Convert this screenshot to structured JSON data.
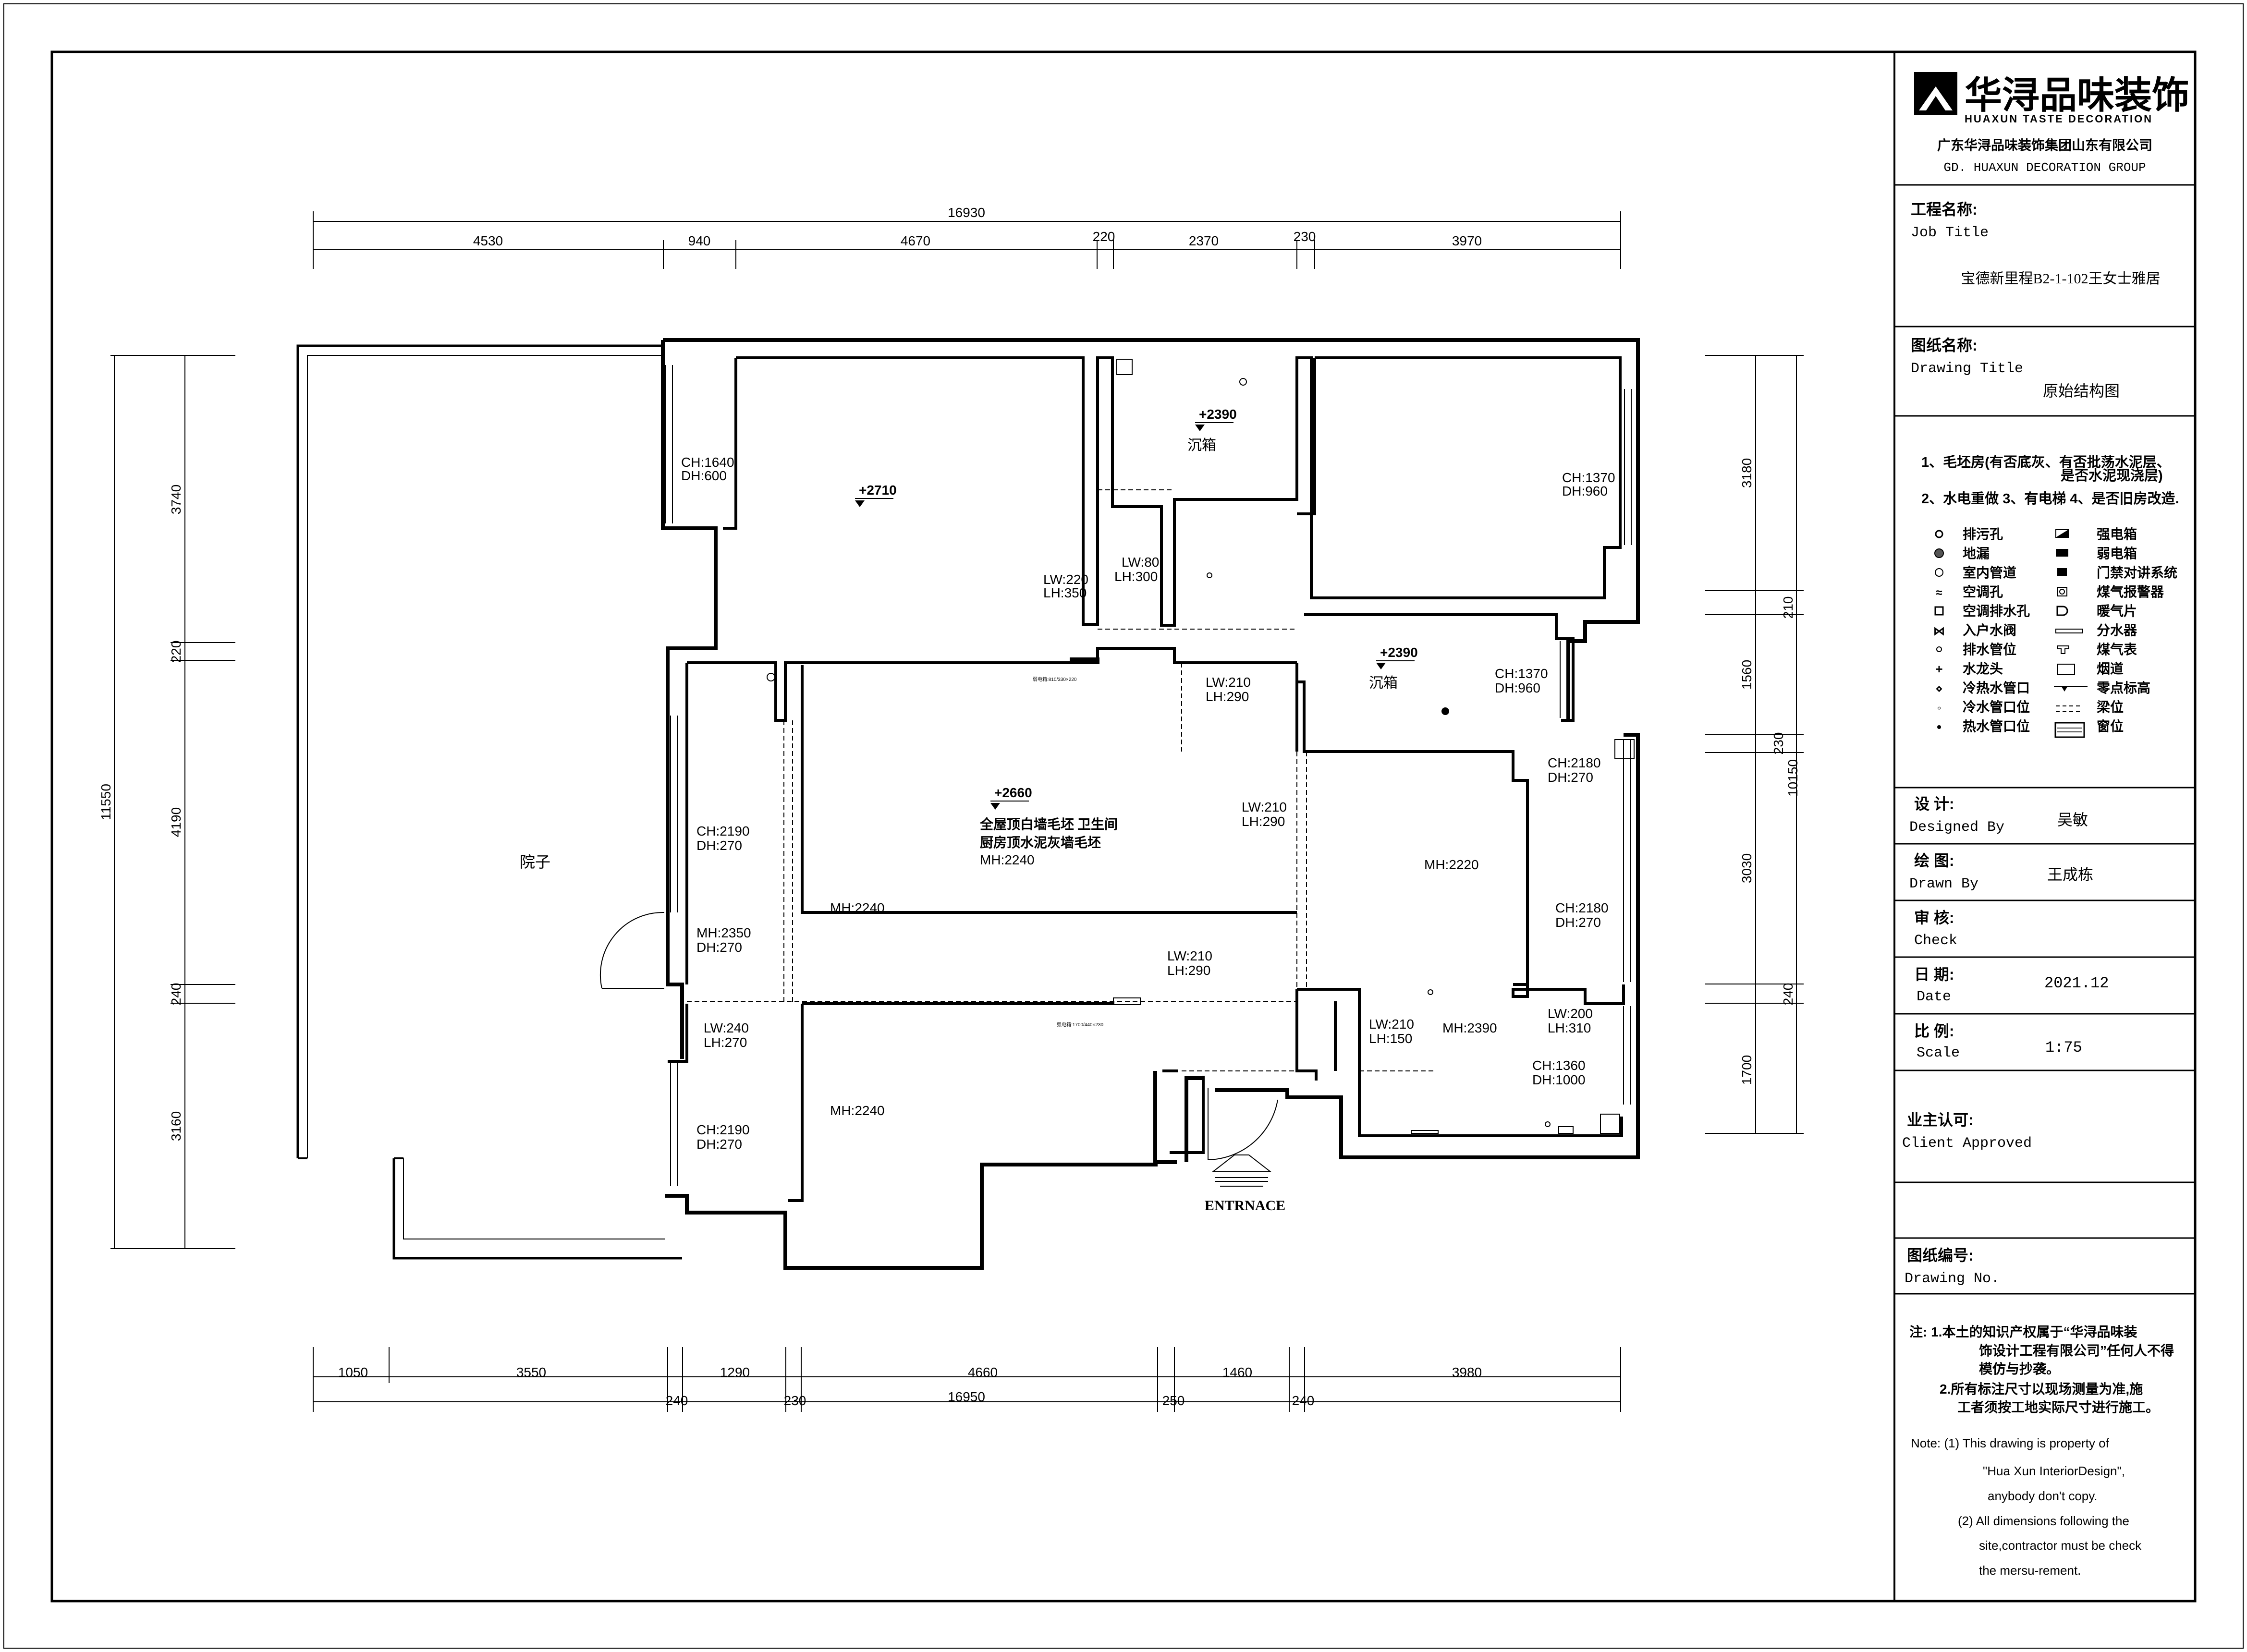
{
  "company": {
    "logo_text": "华浔品味装饰",
    "logo_sub": "HUAXUN TASTE DECORATION",
    "name_cn": "广东华浔品味装饰集团山东有限公司",
    "name_en": "GD. HUAXUN DECORATION GROUP"
  },
  "title_block": {
    "job_title_cn": "工程名称:",
    "job_title_en": "Job Title",
    "job_title_value": "宝德新里程B2-1-102王女士雅居",
    "drawing_title_cn": "图纸名称:",
    "drawing_title_en": "Drawing Title",
    "drawing_title_value": "原始结构图",
    "notes_top": [
      "1、毛坯房(有否底灰、有否批荡水泥层、",
      "是否水泥现浇层)",
      "2、水电重做 3、有电梯 4、是否旧房改造."
    ],
    "designed_cn": "设  计:",
    "designed_en": "Designed By",
    "designed_value": "吴敏",
    "drawn_cn": "绘  图:",
    "drawn_en": "Drawn By",
    "drawn_value": "王成栋",
    "check_cn": "审  核:",
    "check_en": "Check",
    "date_cn": "日  期:",
    "date_en": "Date",
    "date_value": "2021.12",
    "scale_cn": "比  例:",
    "scale_en": "Scale",
    "scale_value": "1:75",
    "client_cn": "业主认可:",
    "client_en": "Client Approved",
    "drawing_no_cn": "图纸编号:",
    "drawing_no_en": "Drawing No.",
    "note_cn": [
      "注: 1.本土的知识产权属于“华浔品味装",
      "饰设计工程有限公司”任何人不得",
      "模仿与抄袭。",
      "2.所有标注尺寸以现场测量为准,施",
      "工者须按工地实际尺寸进行施工。"
    ],
    "note_en": [
      "Note:  (1) This drawing is property of",
      "\"Hua Xun InteriorDesign\",",
      "anybody don't copy.",
      "(2) All dimensions following the",
      "site,contractor must be check",
      "the mersu-rement."
    ]
  },
  "legend": [
    {
      "icon": "sewage-hole-icon",
      "label": "排污孔"
    },
    {
      "icon": "floor-drain-icon",
      "label": "地漏"
    },
    {
      "icon": "indoor-pipe-icon",
      "label": "室内管道"
    },
    {
      "icon": "ac-hole-icon",
      "label": "空调孔"
    },
    {
      "icon": "ac-drain-icon",
      "label": "空调排水孔"
    },
    {
      "icon": "water-valve-icon",
      "label": "入户水阀"
    },
    {
      "icon": "drain-pipe-icon",
      "label": "排水管位"
    },
    {
      "icon": "faucet-icon",
      "label": "水龙头"
    },
    {
      "icon": "hot-cold-outlet-icon",
      "label": "冷热水管口"
    },
    {
      "icon": "cold-outlet-icon",
      "label": "冷水管口位"
    },
    {
      "icon": "hot-outlet-icon",
      "label": "热水管口位"
    },
    {
      "icon": "strong-box-icon",
      "label": "强电箱"
    },
    {
      "icon": "weak-box-icon",
      "label": "弱电箱"
    },
    {
      "icon": "intercom-icon",
      "label": "门禁对讲系统"
    },
    {
      "icon": "gas-alarm-icon",
      "label": "煤气报警器"
    },
    {
      "icon": "radiator-icon",
      "label": "暖气片"
    },
    {
      "icon": "manifold-icon",
      "label": "分水器"
    },
    {
      "icon": "gas-meter-icon",
      "label": "煤气表"
    },
    {
      "icon": "flue-icon",
      "label": "烟道"
    },
    {
      "icon": "zero-level-icon",
      "label": "零点标高"
    },
    {
      "icon": "beam-icon",
      "label": "梁位"
    },
    {
      "icon": "window-icon",
      "label": "窗位"
    }
  ],
  "dims": {
    "top_total": "16930",
    "top": [
      "4530",
      "940",
      "4670",
      "220",
      "2370",
      "230",
      "3970"
    ],
    "bottom_total": "16950",
    "bottom_upper": [
      "1050",
      "3550",
      "1290",
      "4660",
      "1460",
      "3980"
    ],
    "bottom_lower": [
      "240",
      "230",
      "250",
      "240"
    ],
    "left_total": "11550",
    "left": [
      "3740",
      "220",
      "4190",
      "240",
      "3160"
    ],
    "right_total": "10150",
    "right": [
      "3180",
      "210",
      "1560",
      "230",
      "3030",
      "240",
      "1700"
    ]
  },
  "plan": {
    "yard": "院子",
    "entrance": "ENTRNACE",
    "sunk_box": "沉箱",
    "levels": [
      "+2710",
      "+2390",
      "+2390",
      "+2660"
    ],
    "center_note": [
      "全屋顶白墙毛坯  卫生间",
      "厨房顶水泥灰墙毛坯",
      "MH:2240"
    ],
    "notes": [
      [
        "CH:1640",
        "DH:600"
      ],
      [
        "CH:1370",
        "DH:960"
      ],
      [
        "LW:80",
        "LH:300"
      ],
      [
        "LW:220",
        "LH:350"
      ],
      [
        "LW:210",
        "LH:290"
      ],
      [
        "CH:1370",
        "DH:960"
      ],
      [
        "CH:2180",
        "DH:270"
      ],
      [
        "CH:2190",
        "DH:270"
      ],
      [
        "MH:2350",
        "DH:270"
      ],
      [
        "LW:210",
        "LH:290"
      ],
      [
        "MH:2220"
      ],
      [
        "CH:2180",
        "DH:270"
      ],
      [
        "MH:2240"
      ],
      [
        "LW:210",
        "LH:290"
      ],
      [
        "LW:240",
        "LH:270"
      ],
      [
        "LW:210",
        "LH:150"
      ],
      [
        "MH:2390"
      ],
      [
        "LW:200",
        "LH:310"
      ],
      [
        "CH:1360",
        "DH:1000"
      ],
      [
        "CH:2190",
        "DH:270"
      ],
      [
        "MH:2240"
      ]
    ],
    "box_labels": [
      "弱电箱:810/330×220",
      "强电箱:1700/440×230"
    ]
  }
}
